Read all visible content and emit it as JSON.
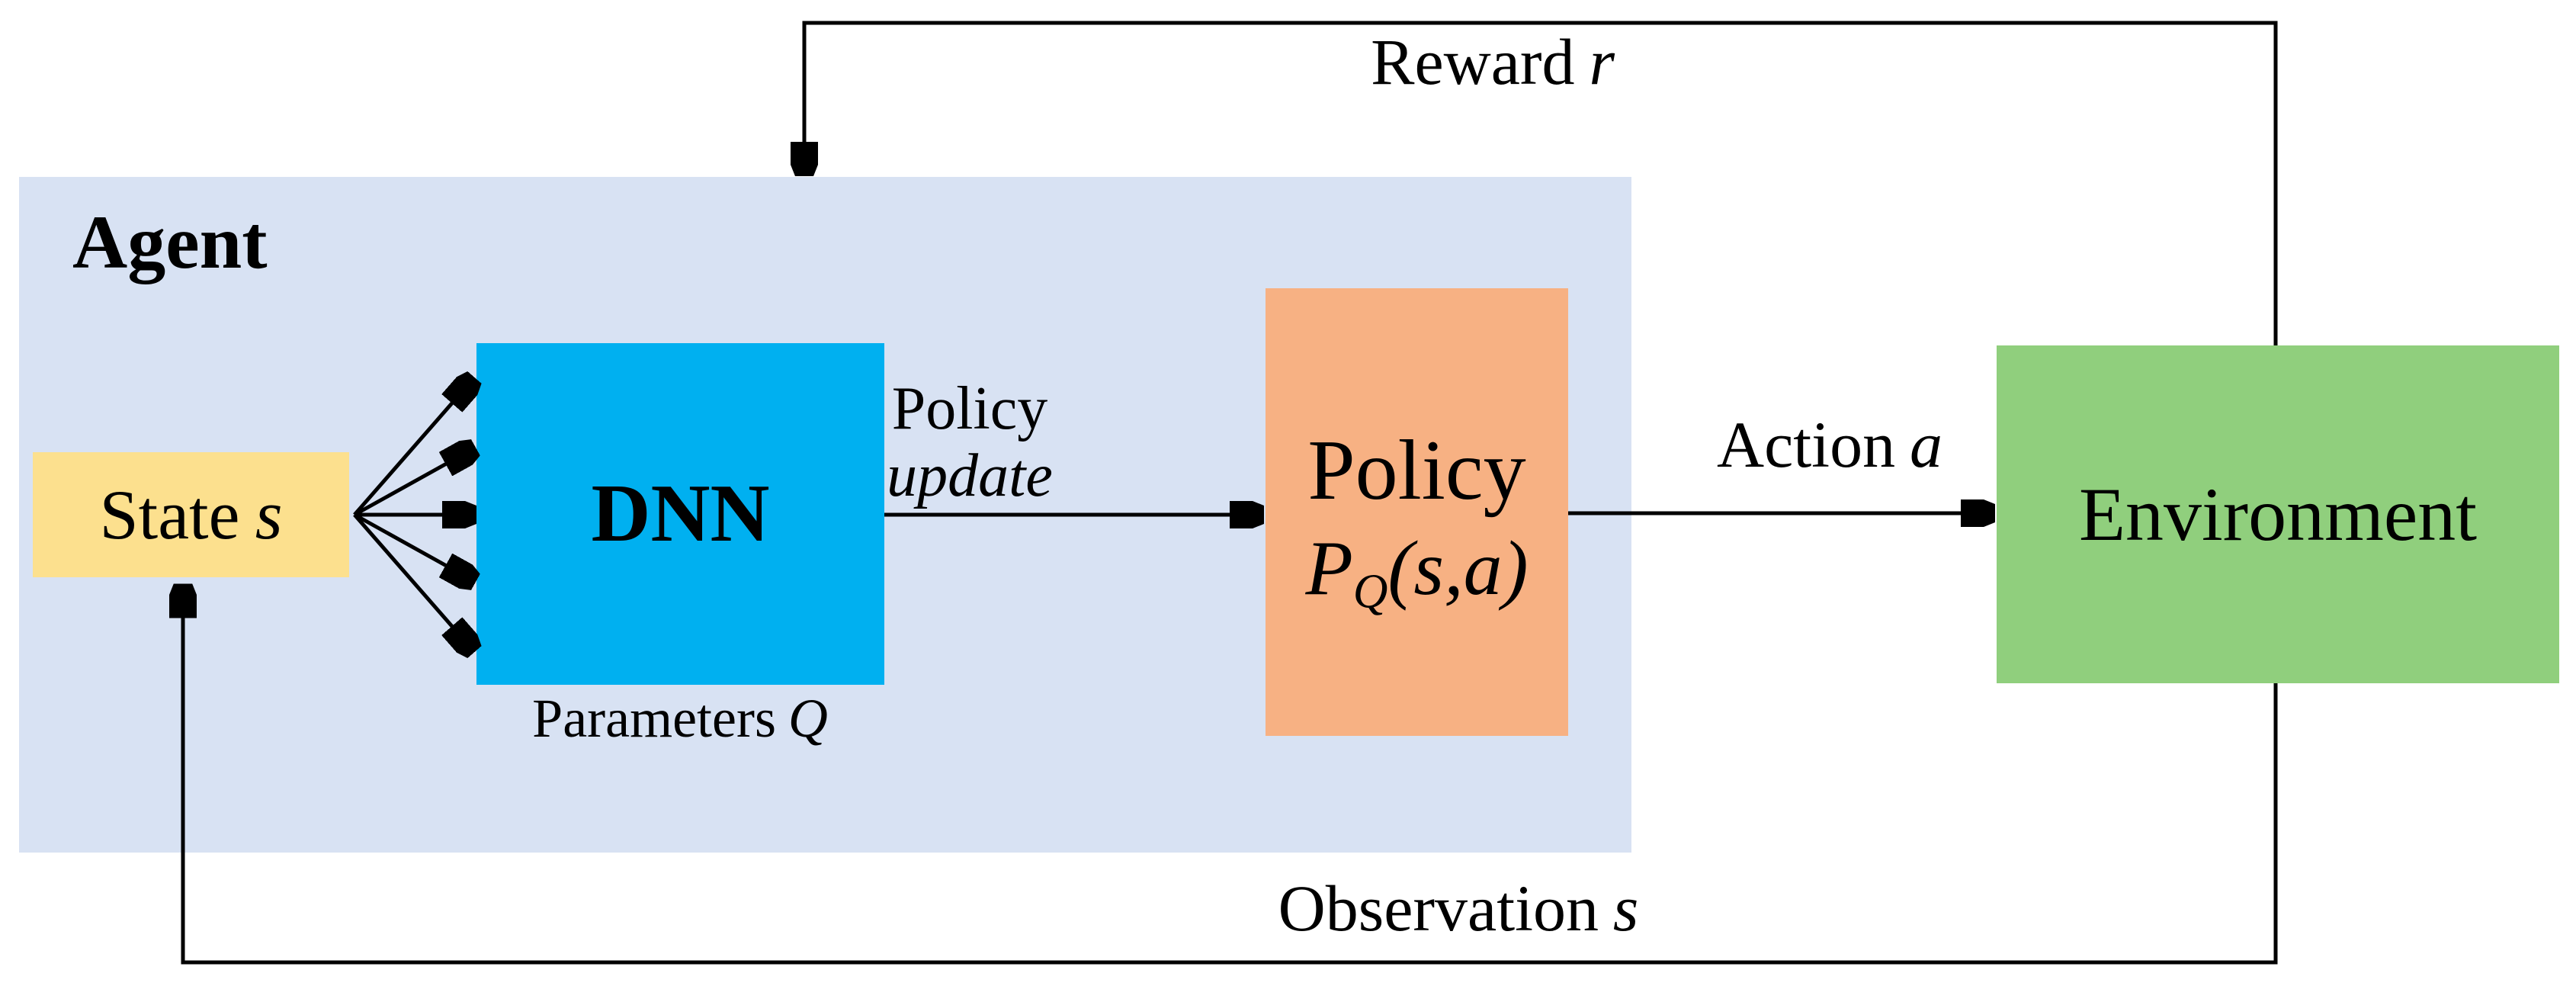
{
  "colors": {
    "canvas_bg": "#ffffff",
    "agent_bg": "#d8e2f3",
    "state_bg": "#fce08e",
    "dnn_bg": "#00b0f0",
    "policy_bg": "#f7b183",
    "env_bg": "#90cf7d",
    "line": "#000000",
    "text": "#000000"
  },
  "agent": {
    "label": "Agent"
  },
  "boxes": {
    "state": {
      "name": "State",
      "variable": "s"
    },
    "dnn": {
      "label": "DNN",
      "caption": "Parameters",
      "caption_variable": "Q"
    },
    "policy": {
      "title": "Policy",
      "formula_base": "P",
      "formula_subscript": "Q",
      "formula_args": "(s,a)"
    },
    "environment": {
      "label": "Environment"
    }
  },
  "arrows": {
    "reward": {
      "name": "Reward",
      "variable": "r"
    },
    "policy_update": {
      "line1": "Policy",
      "line2": "update"
    },
    "action": {
      "name": "Action",
      "variable": "a"
    },
    "observation": {
      "name": "Observation",
      "variable": "s"
    }
  }
}
